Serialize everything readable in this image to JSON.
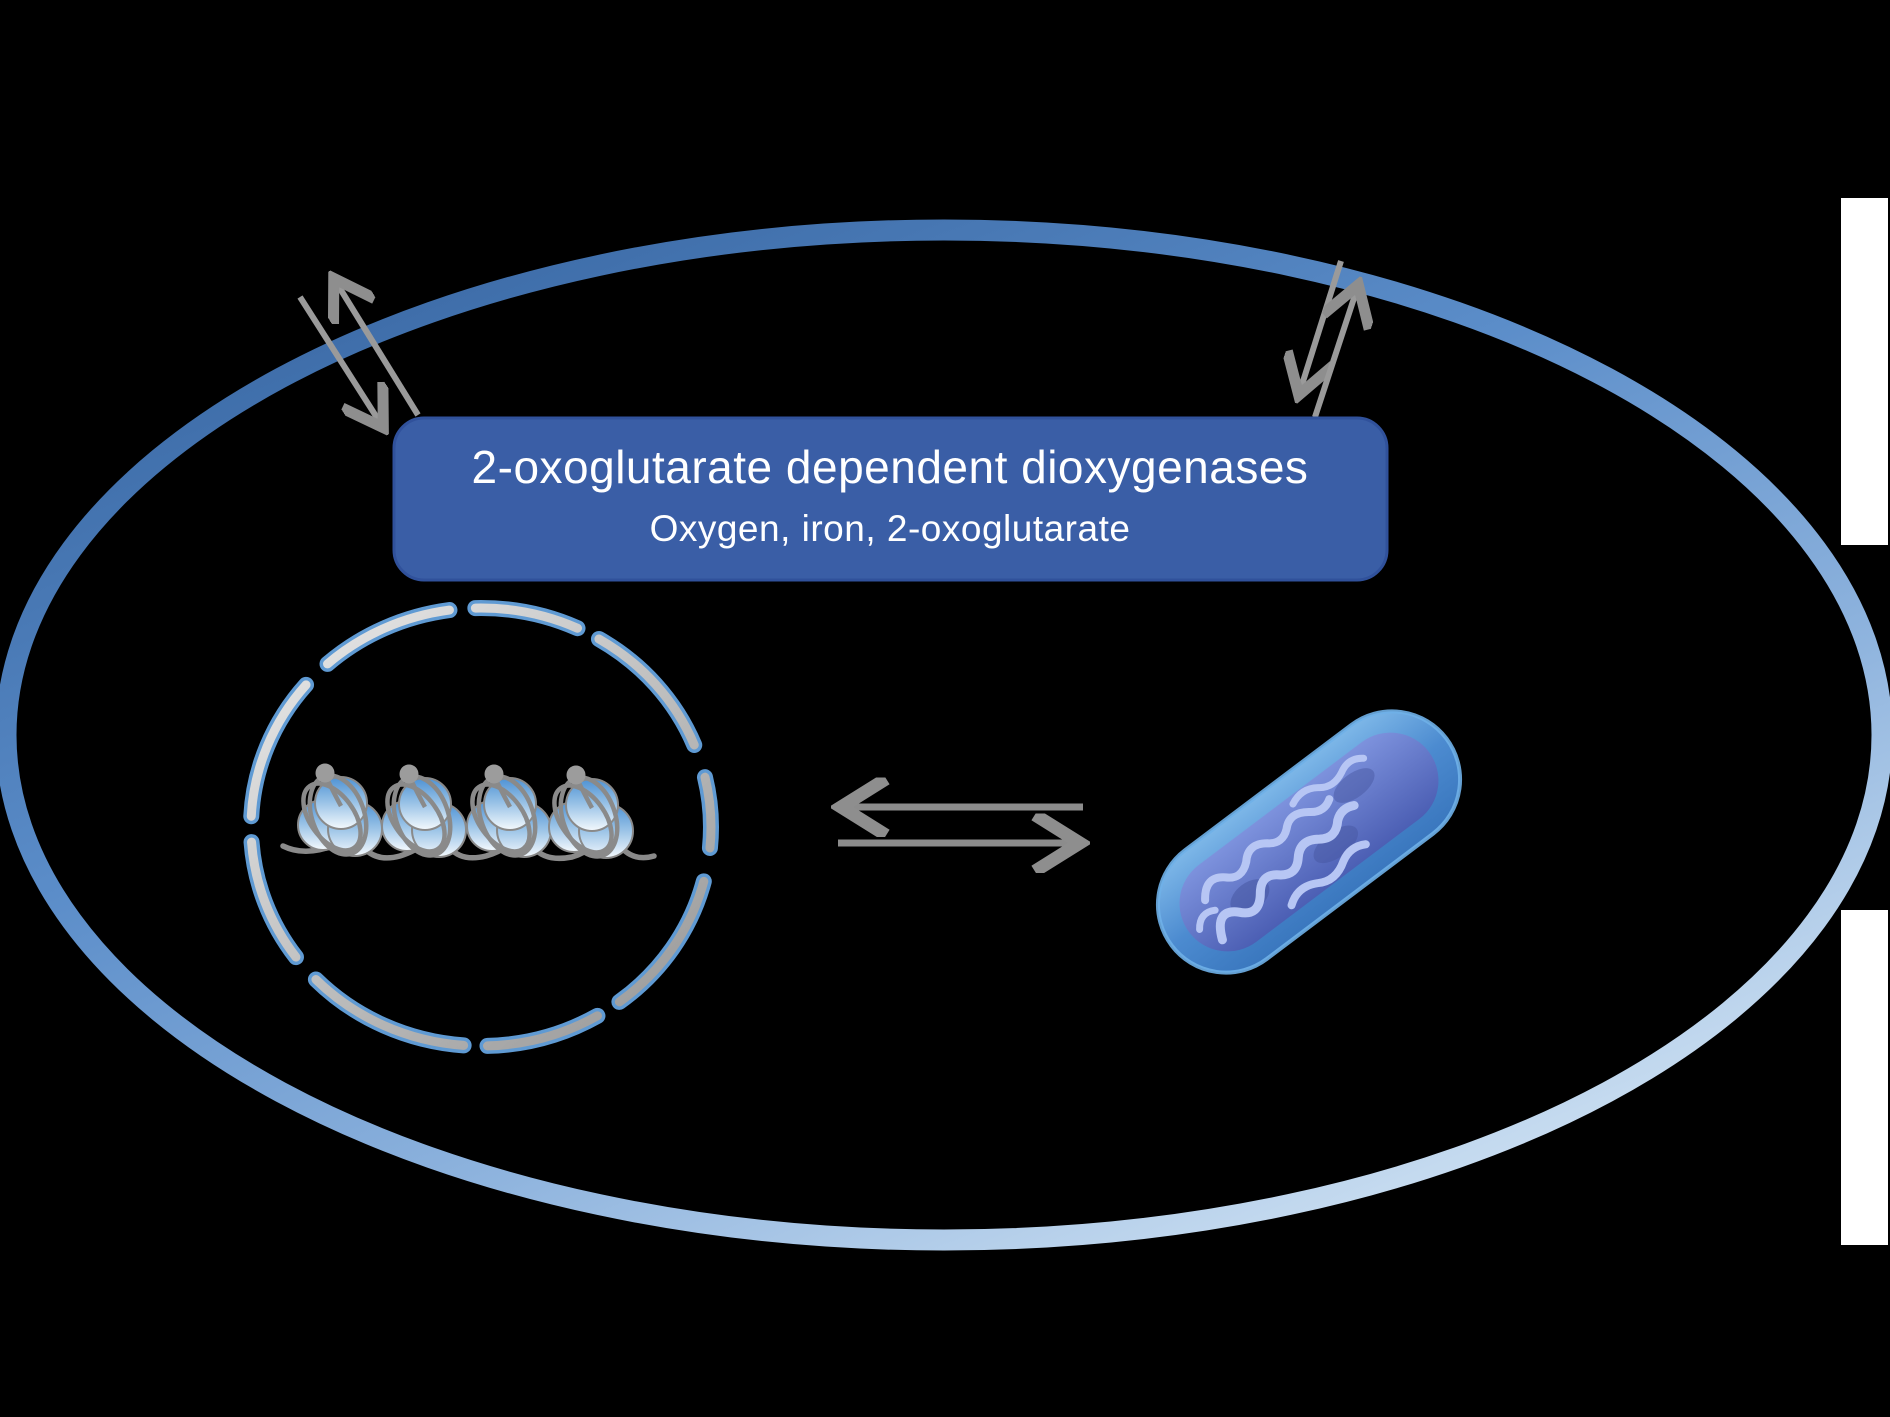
{
  "title_box": {
    "line1": "2-oxoglutarate dependent dioxygenases",
    "line2": "Oxygen, iron, 2-oxoglutarate"
  },
  "colors": {
    "background": "#000000",
    "box_fill": "#3a5ea6",
    "box_border": "#30519b",
    "box_text": "#ffffff",
    "membrane_top": "#3e6da9",
    "membrane_bottom": "#cadef1",
    "arrow_gray": "#8e8e8e",
    "envelope_blue_edge": "#5f9ad3",
    "envelope_gray": "#b8b8b8",
    "nucleosome_blue": "#4e92d4",
    "dna_gray": "#8a8a8a",
    "mito_body_blue": "#4c8bd0",
    "mito_matrix": "#5b6fc4",
    "mito_cristae": "#b7c6f4",
    "side_panel_white": "#ffffff"
  },
  "figure": {
    "cell_membrane_icon": "cell-membrane-ellipse",
    "nucleus_icon": "nucleus-dashed-envelope",
    "nucleosome_icon": "nucleosome-histone-cluster",
    "nucleosome_count": 4,
    "dna_icon": "linker-dna-strand",
    "mitochondrion_icon": "mitochondrion",
    "membrane_transport_icon": "double-crossing-arrows",
    "membrane_transport_pairs": 2,
    "exchange_arrows_icon": "left-right-exchange-arrows",
    "side_panels": 2
  }
}
